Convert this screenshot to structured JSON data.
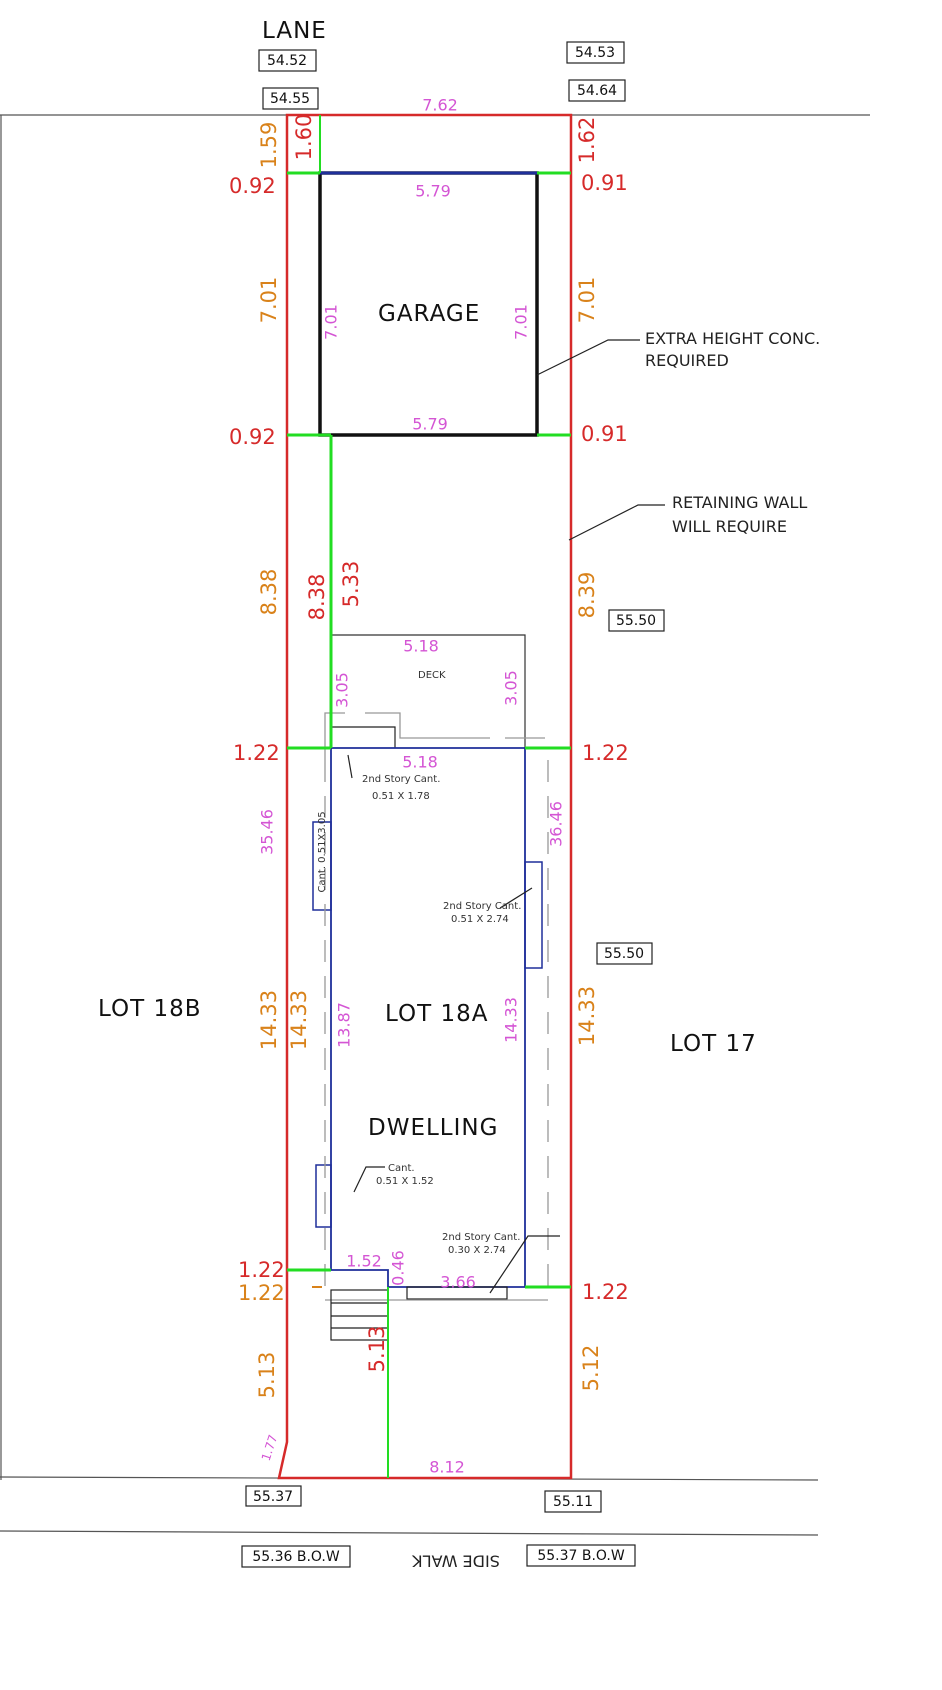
{
  "title": "LANE",
  "colors": {
    "property_line": "#d62a2a",
    "setback": "#22dd22",
    "building": "#1f2f9a",
    "dim_orange": "#d9821a",
    "dim_pink": "#d455d4"
  },
  "elevations": {
    "lane_left_top": "54.52",
    "lane_left": "54.55",
    "lane_right_top": "54.53",
    "lane_right": "54.64",
    "side_right_1": "55.50",
    "side_right_2": "55.50",
    "front_left": "55.37",
    "front_right": "55.11",
    "bow_left": "55.36 B.O.W",
    "bow_right": "55.37 B.O.W"
  },
  "sidewalk": "SIDE WALK",
  "labels": {
    "garage": "GARAGE",
    "lot_left": "LOT 18B",
    "lot_main": "LOT 18A",
    "lot_right": "LOT 17",
    "dwelling": "DWELLING",
    "deck": "DECK"
  },
  "notes": {
    "extra_height_1": "EXTRA HEIGHT CONC.",
    "extra_height_2": "REQUIRED",
    "retaining_1": "RETAINING WALL",
    "retaining_2": "WILL REQUIRE",
    "cant_top_1": "2nd Story Cant.",
    "cant_top_2": "0.51 X 1.78",
    "cant_side": "Cant. 0.51X3.05",
    "cant_right_1": "2nd Story Cant.",
    "cant_right_2": "0.51 X 2.74",
    "cant_left_1": "Cant.",
    "cant_left_2": "0.51 X 1.52",
    "cant_bottom_1": "2nd Story Cant.",
    "cant_bottom_2": "0.30 X 2.74"
  },
  "dims": {
    "rear_width": "7.62",
    "rear_left_o": "1.59",
    "rear_left_r": "1.60",
    "rear_right_r": "1.62",
    "garage_top_left": "0.92",
    "garage_top_right": "0.91",
    "garage_top": "5.79",
    "garage_bottom": "5.79",
    "garage_left_o": "7.01",
    "garage_left_p": "7.01",
    "garage_right_p": "7.01",
    "garage_right_o": "7.01",
    "garage_bot_left": "0.92",
    "garage_bot_right": "0.91",
    "yard_left_o": "8.38",
    "yard_left_r": "8.38",
    "yard_deck_r": "5.33",
    "yard_right_o": "8.39",
    "deck_width": "5.18",
    "deck_left": "3.05",
    "deck_right": "3.05",
    "house_rear_left": "1.22",
    "house_width": "5.18",
    "house_rear_right": "1.22",
    "side_left_p": "35.46",
    "side_right_p": "36.46",
    "lot_left_o": "14.33",
    "lot_left_o2": "14.33",
    "house_left_p": "13.87",
    "house_right_p": "14.33",
    "lot_right_o": "14.33",
    "front_left_r": "1.22",
    "front_left_o": "1.22",
    "porch": "1.52",
    "step": "0.46",
    "front_wall": "3.66",
    "front_right_r": "1.22",
    "front_yard_left_o": "5.13",
    "front_yard_r": "5.13",
    "front_yard_right_o": "5.12",
    "corner": "1.77",
    "front_width": "8.12"
  }
}
